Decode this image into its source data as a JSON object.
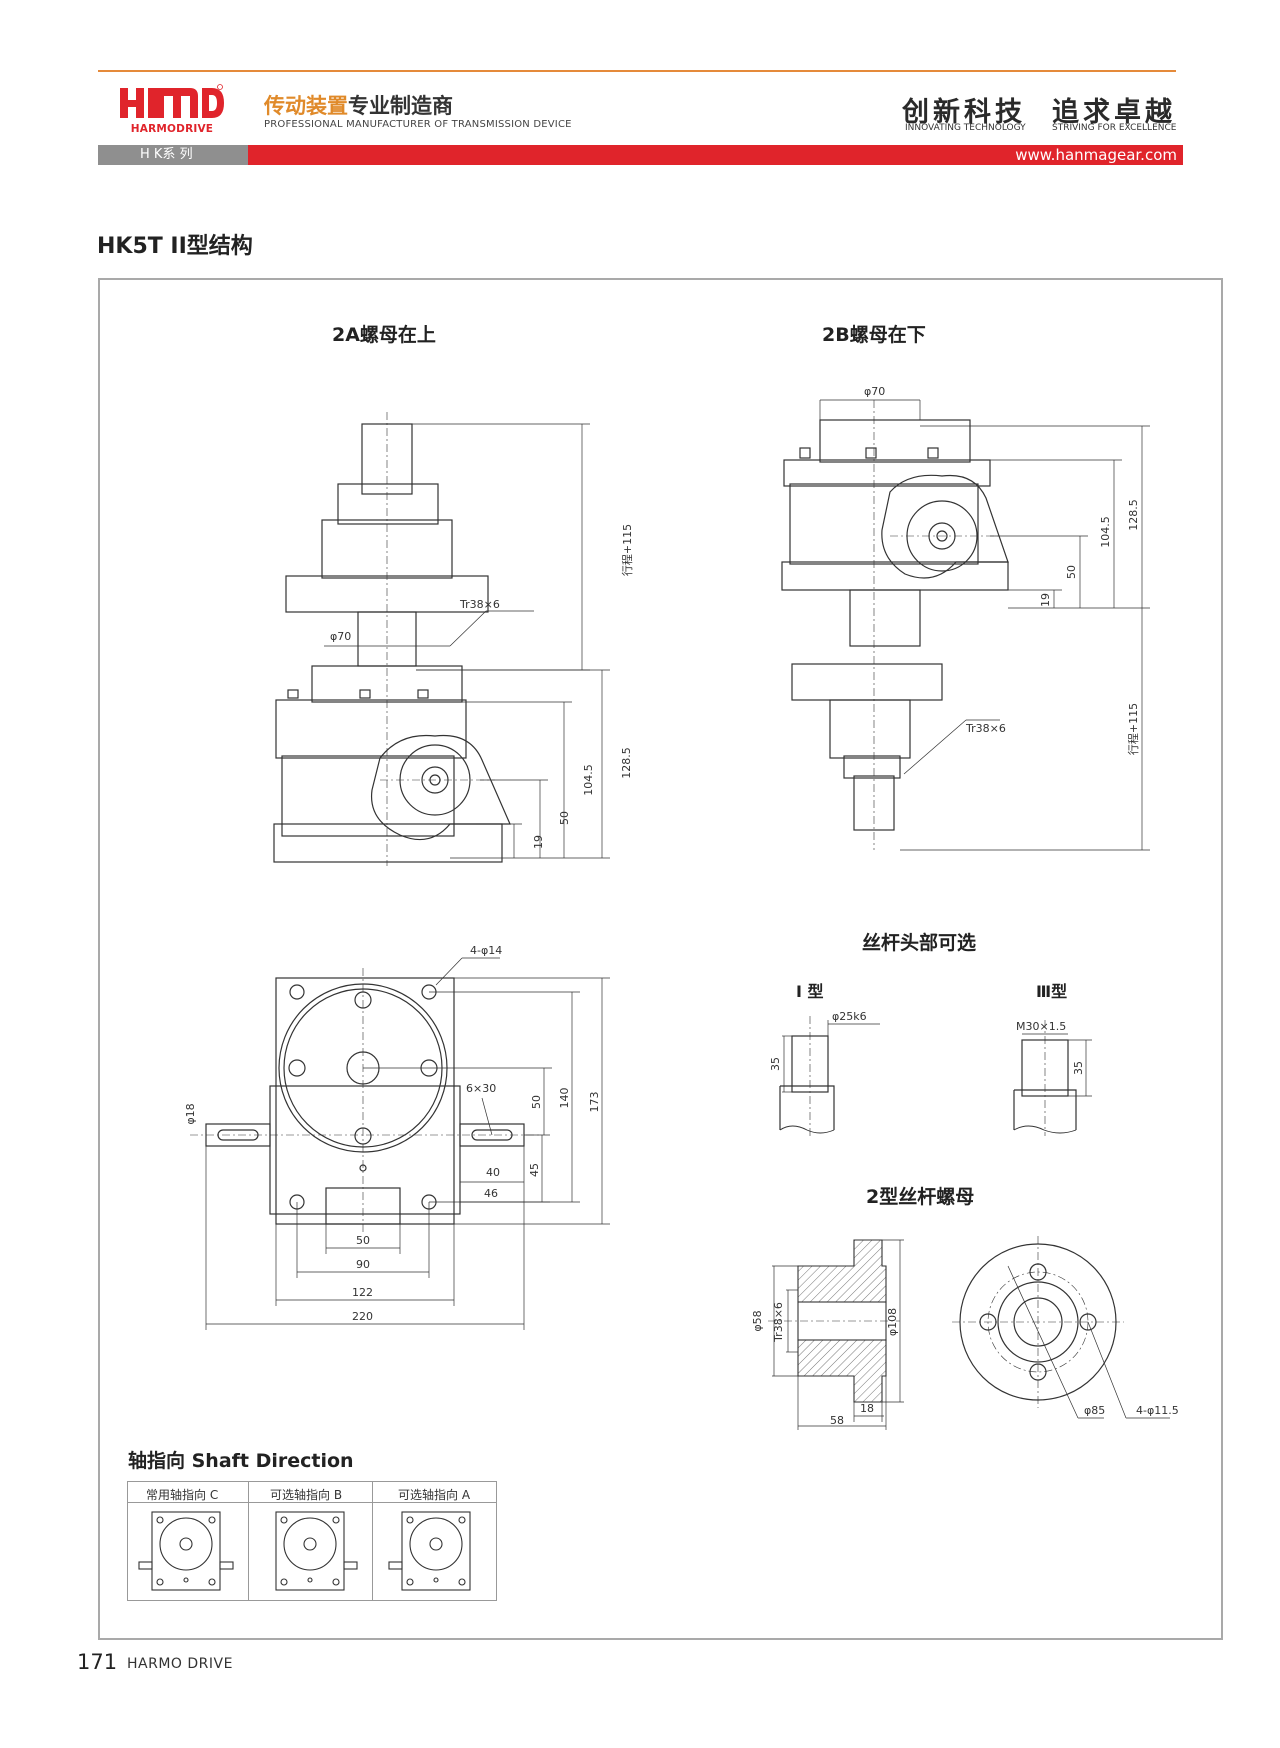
{
  "header": {
    "logo_text": "HMD",
    "logo_subtext": "HARMODRIVE",
    "brand_cn_highlight": "传动装置",
    "brand_cn_rest": "专业制造商",
    "brand_en": "PROFESSIONAL MANUFACTURER OF TRANSMISSION DEVICE",
    "slogan_1": "创新科技",
    "slogan_1_en": "INNOVATING TECHNOLOGY",
    "slogan_2": "追求卓越",
    "slogan_2_en": "STRIVING FOR EXCELLENCE",
    "series": "H K系 列",
    "website": "www.hanmagear.com",
    "accent_orange": "#e58a3a",
    "accent_red": "#e0242b"
  },
  "page_title": "HK5T II型结构",
  "sections": {
    "view_2a": "2A螺母在上",
    "view_2b": "2B螺母在下",
    "head_options": "丝杆头部可选",
    "type_1": "I 型",
    "type_3": "Ⅲ型",
    "nut": "2型丝杆螺母"
  },
  "dims_2a": {
    "stroke": "行程+115",
    "thread": "Tr38×6",
    "dia": "φ70",
    "d128": "128.5",
    "d104": "104.5",
    "d50": "50",
    "d19": "19"
  },
  "dims_2b": {
    "dia": "φ70",
    "d128": "128.5",
    "d104": "104.5",
    "d50": "50",
    "d19": "19",
    "thread": "Tr38×6",
    "stroke": "行程+115"
  },
  "dims_top": {
    "holes": "4-φ14",
    "shaft": "φ18",
    "key": "6×30",
    "d50v": "50",
    "d140": "140",
    "d173": "173",
    "d40": "40",
    "d45": "45",
    "d46": "46",
    "d50h": "50",
    "d90": "90",
    "d122": "122",
    "d220": "220"
  },
  "dims_head": {
    "t1_dia": "φ25k6",
    "t1_len": "35",
    "t3_thread": "M30×1.5",
    "t3_len": "35"
  },
  "dims_nut": {
    "d58": "φ58",
    "thread": "Tr38×6",
    "d108": "φ108",
    "d18": "18",
    "d58h": "58",
    "d85": "φ85",
    "holes": "4-φ11.5"
  },
  "shaft_direction": {
    "title": "轴指向 Shaft Direction",
    "columns": [
      "常用轴指向 C",
      "可选轴指向 B",
      "可选轴指向 A"
    ]
  },
  "footer": {
    "page_number": "171",
    "brand": "HARMO DRIVE"
  }
}
